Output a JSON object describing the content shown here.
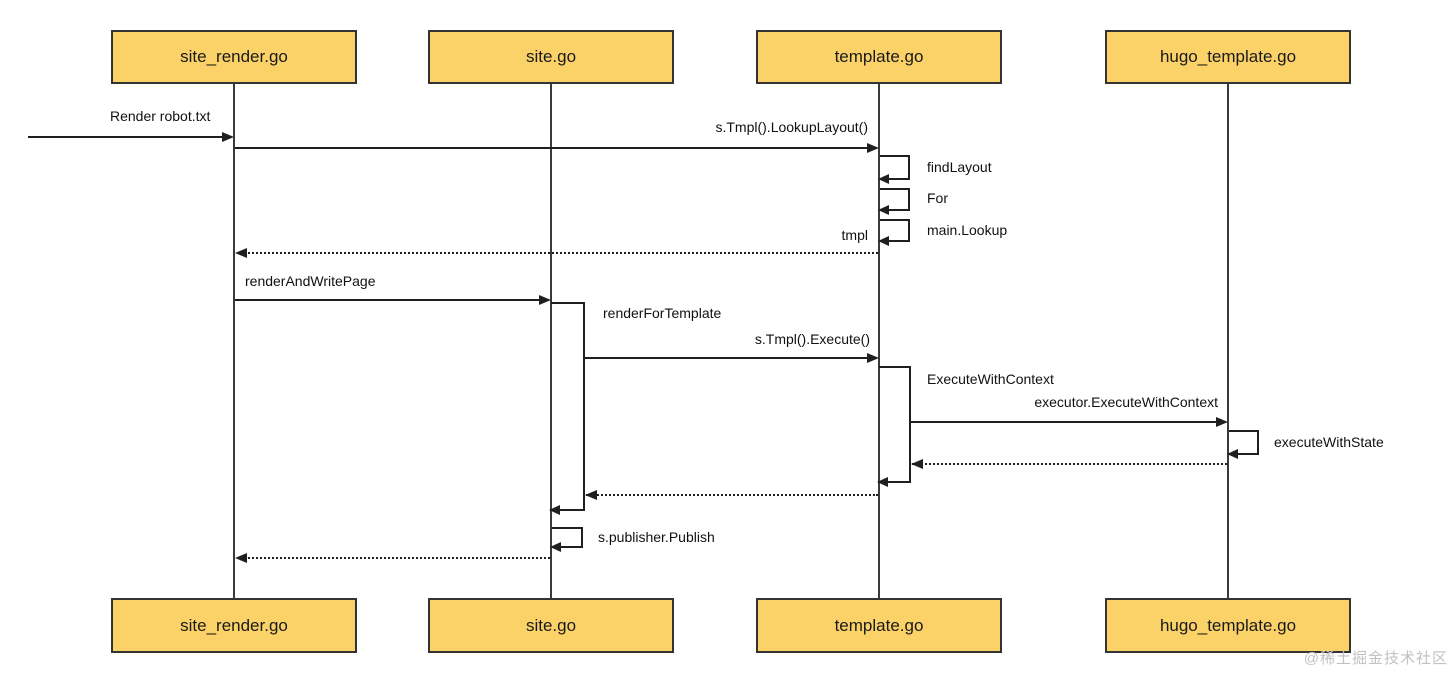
{
  "diagram": {
    "actors": [
      "site_render.go",
      "site.go",
      "template.go",
      "hugo_template.go"
    ],
    "labels": {
      "render_robot": "Render robot.txt",
      "lookup_layout": "s.Tmpl().LookupLayout()",
      "find_layout": "findLayout",
      "for_loop": "For",
      "main_lookup": "main.Lookup",
      "tmpl": "tmpl",
      "render_and_write_page": "renderAndWritePage",
      "render_for_template": "renderForTemplate",
      "execute": "s.Tmpl().Execute()",
      "execute_with_context": "ExecuteWithContext",
      "executor_execute_with_context": "executor.ExecuteWithContext",
      "execute_with_state": "executeWithState",
      "publisher_publish": "s.publisher.Publish"
    },
    "watermark": "@稀土掘金技术社区",
    "colors": {
      "actor_fill": "#FBD268",
      "actor_border": "#333333",
      "line": "#1f1f1f",
      "watermark": "#c2c2c2",
      "background": "#ffffff"
    }
  }
}
